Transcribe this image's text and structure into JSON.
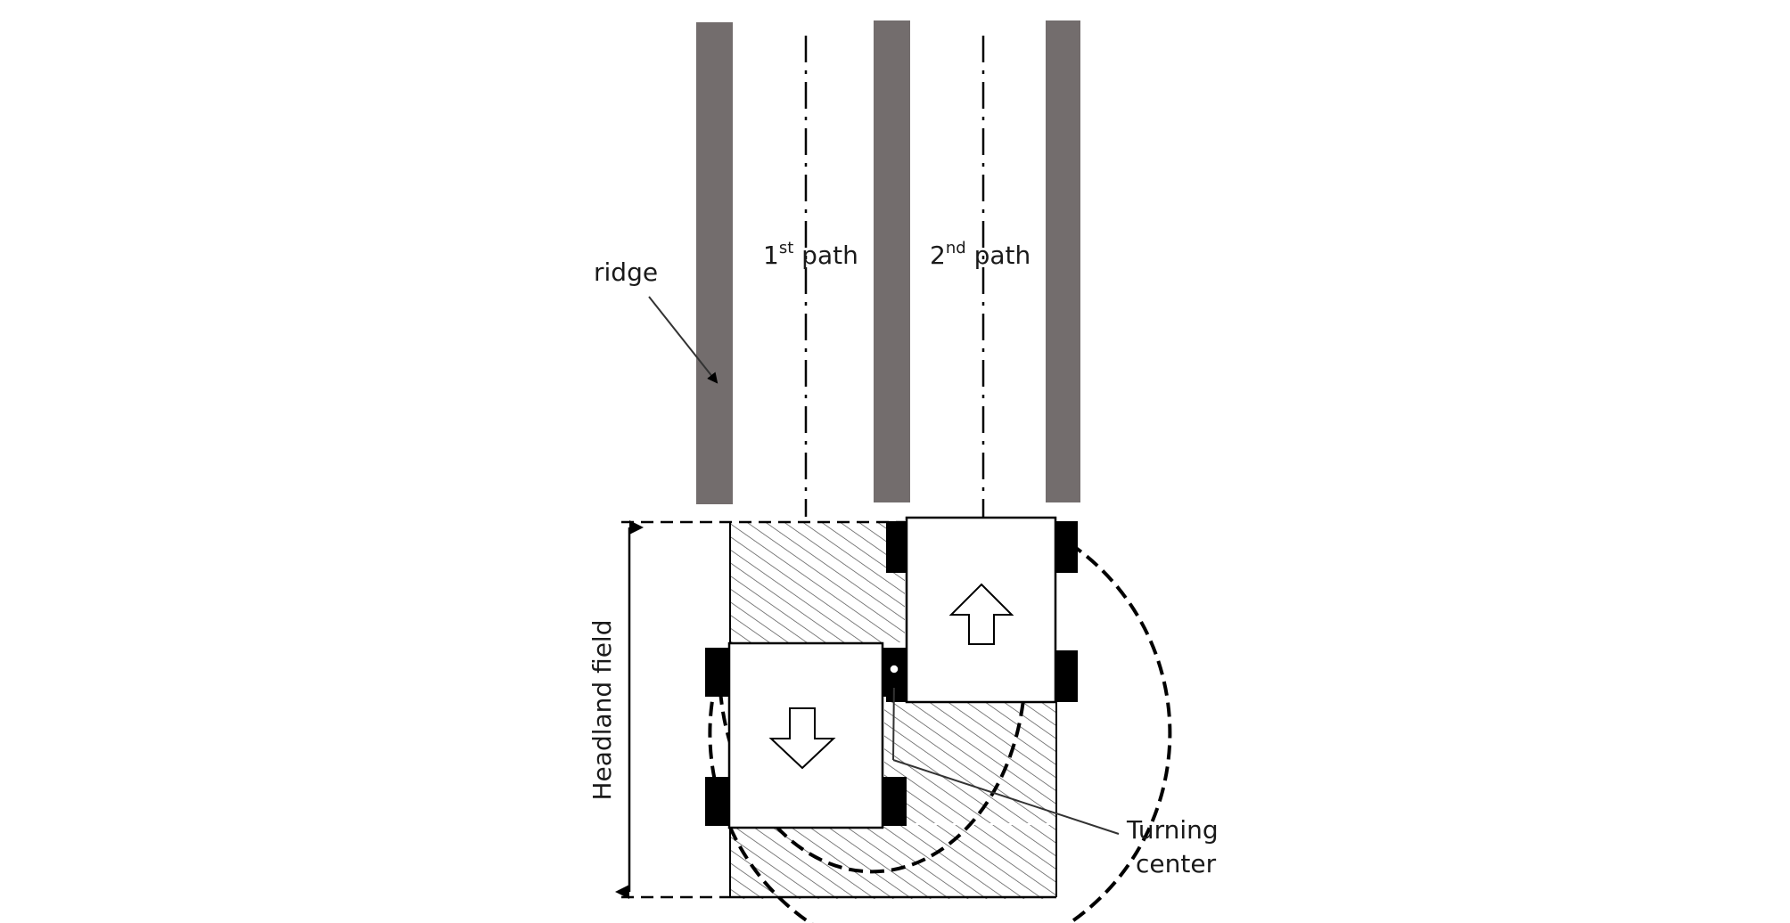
{
  "labels": {
    "ridge": "ridge",
    "path1_num": "1",
    "path1_sup": "st",
    "path1_word": " path",
    "path2_num": "2",
    "path2_sup": "nd",
    "path2_word": " path",
    "headland": "Headland field",
    "turning_line1": "Turning",
    "turning_line2": "center"
  },
  "colors": {
    "ridge": "#736d6d",
    "line": "#000000",
    "hatch": "#4a4a4a",
    "wheel": "#000000"
  },
  "icons": {
    "vehicle_1_arrow": "arrow-down-icon",
    "vehicle_2_arrow": "arrow-up-icon"
  }
}
